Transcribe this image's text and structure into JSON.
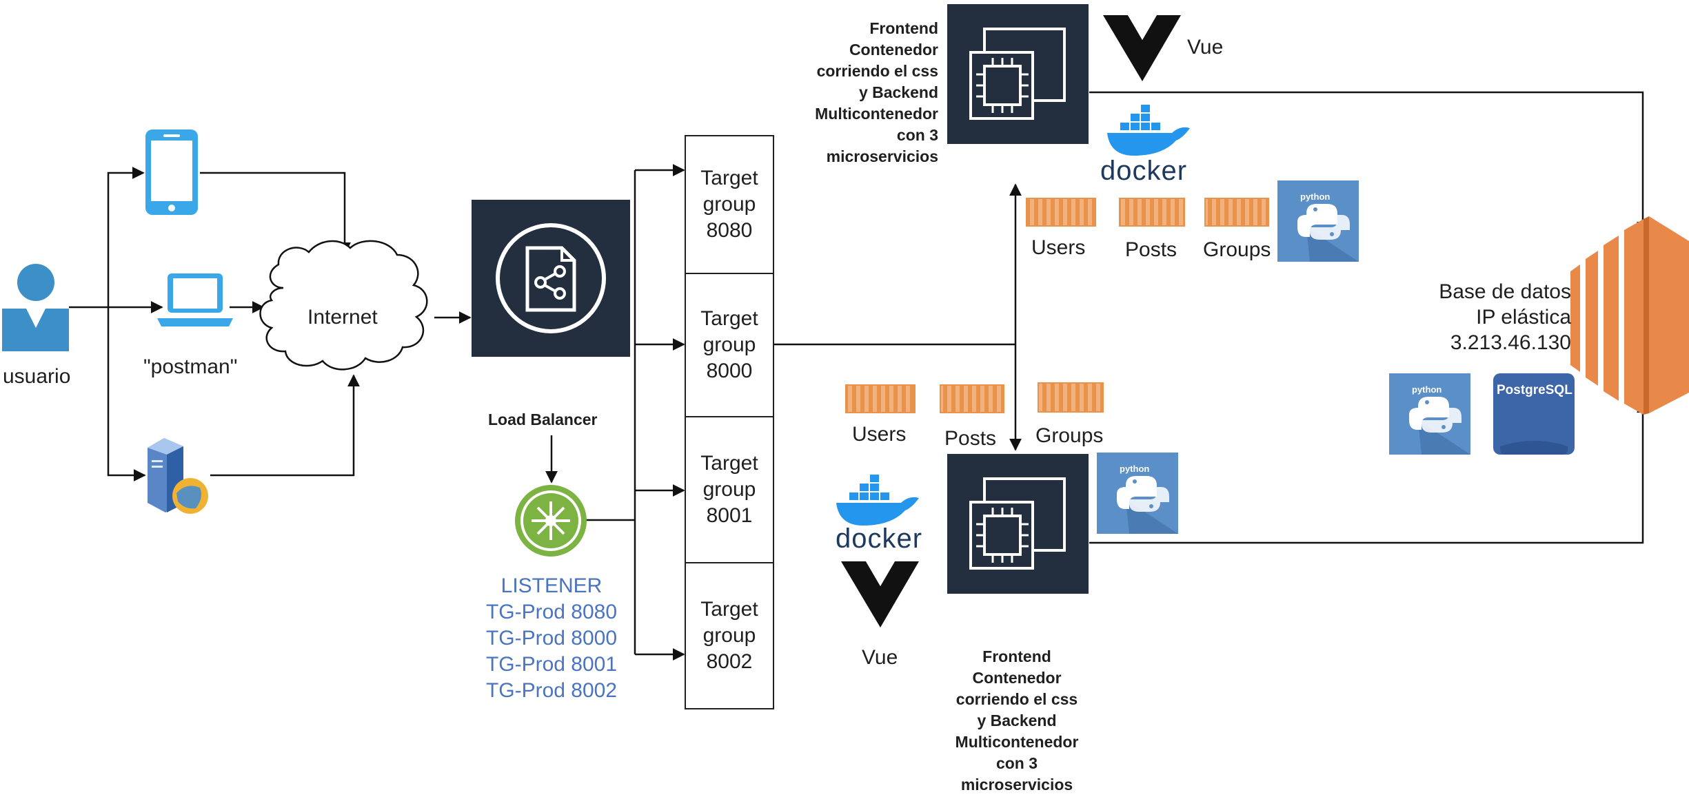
{
  "actors": {
    "user_label": "usuario",
    "laptop_label": "\"postman\"",
    "internet_label": "Internet"
  },
  "load_balancer": {
    "label": "Load Balancer",
    "listener_title": "LISTENER",
    "listener_rules": [
      "TG-Prod 8080",
      "TG-Prod 8000",
      "TG-Prod 8001",
      "TG-Prod 8002"
    ]
  },
  "target_groups": [
    {
      "l1": "Target",
      "l2": "group",
      "port": "8080"
    },
    {
      "l1": "Target",
      "l2": "group",
      "port": "8000"
    },
    {
      "l1": "Target",
      "l2": "group",
      "port": "8001"
    },
    {
      "l1": "Target",
      "l2": "group",
      "port": "8002"
    }
  ],
  "top_instance": {
    "notes": [
      "Frontend",
      "Contenedor",
      "corriendo el css",
      "y Backend",
      "Multicontenedor",
      "con 3",
      "microservicios"
    ],
    "vue_label": "Vue",
    "docker_label": "docker",
    "python_label": "python",
    "services": [
      "Users",
      "Posts",
      "Groups"
    ]
  },
  "bottom_instance": {
    "notes": [
      "Frontend",
      "Contenedor",
      "corriendo el css",
      "y Backend",
      "Multicontenedor",
      "con 3",
      "microservicios"
    ],
    "vue_label": "Vue",
    "docker_label": "docker",
    "python_label": "python",
    "services": [
      "Users",
      "Posts",
      "Groups"
    ]
  },
  "database": {
    "lines": [
      "Base de datos",
      "IP elástica",
      "3.213.46.130"
    ],
    "python_label": "python",
    "postgres_label": "PostgreSQL"
  },
  "colors": {
    "aws_dark": "#232f3e",
    "phone_blue": "#3aa8e8",
    "user_blue": "#3d8fc8",
    "listener_green": "#7cb342",
    "container_orange": "#e8924c",
    "db_orange": "#e8894a",
    "python_tile": "#5b8fc7",
    "postgres_tile": "#3d66a8",
    "docker_blue": "#2496ed",
    "listener_text": "#4a74c0"
  }
}
